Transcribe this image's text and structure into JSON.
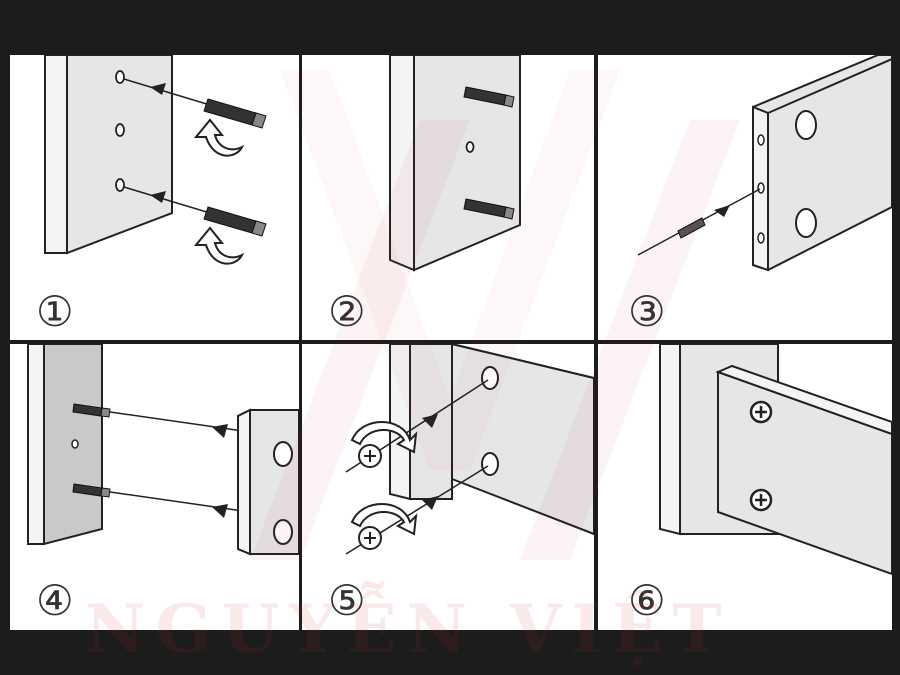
{
  "steps": [
    {
      "number": "①",
      "name": "insert-dowels-into-panel"
    },
    {
      "number": "②",
      "name": "dowels-seated"
    },
    {
      "number": "③",
      "name": "insert-bolt-into-board-end"
    },
    {
      "number": "④",
      "name": "align-board-with-dowels"
    },
    {
      "number": "⑤",
      "name": "insert-and-turn-cam-locks"
    },
    {
      "number": "⑥",
      "name": "assembled-joint"
    }
  ],
  "watermark": "NGUYỄN VIỆT",
  "colors": {
    "background": "#1c1c1c",
    "panel": "#ffffff",
    "board": "#e6e6e6",
    "board_dark": "#c9c9c9",
    "outline": "#222222",
    "watermark": "#c82828"
  }
}
